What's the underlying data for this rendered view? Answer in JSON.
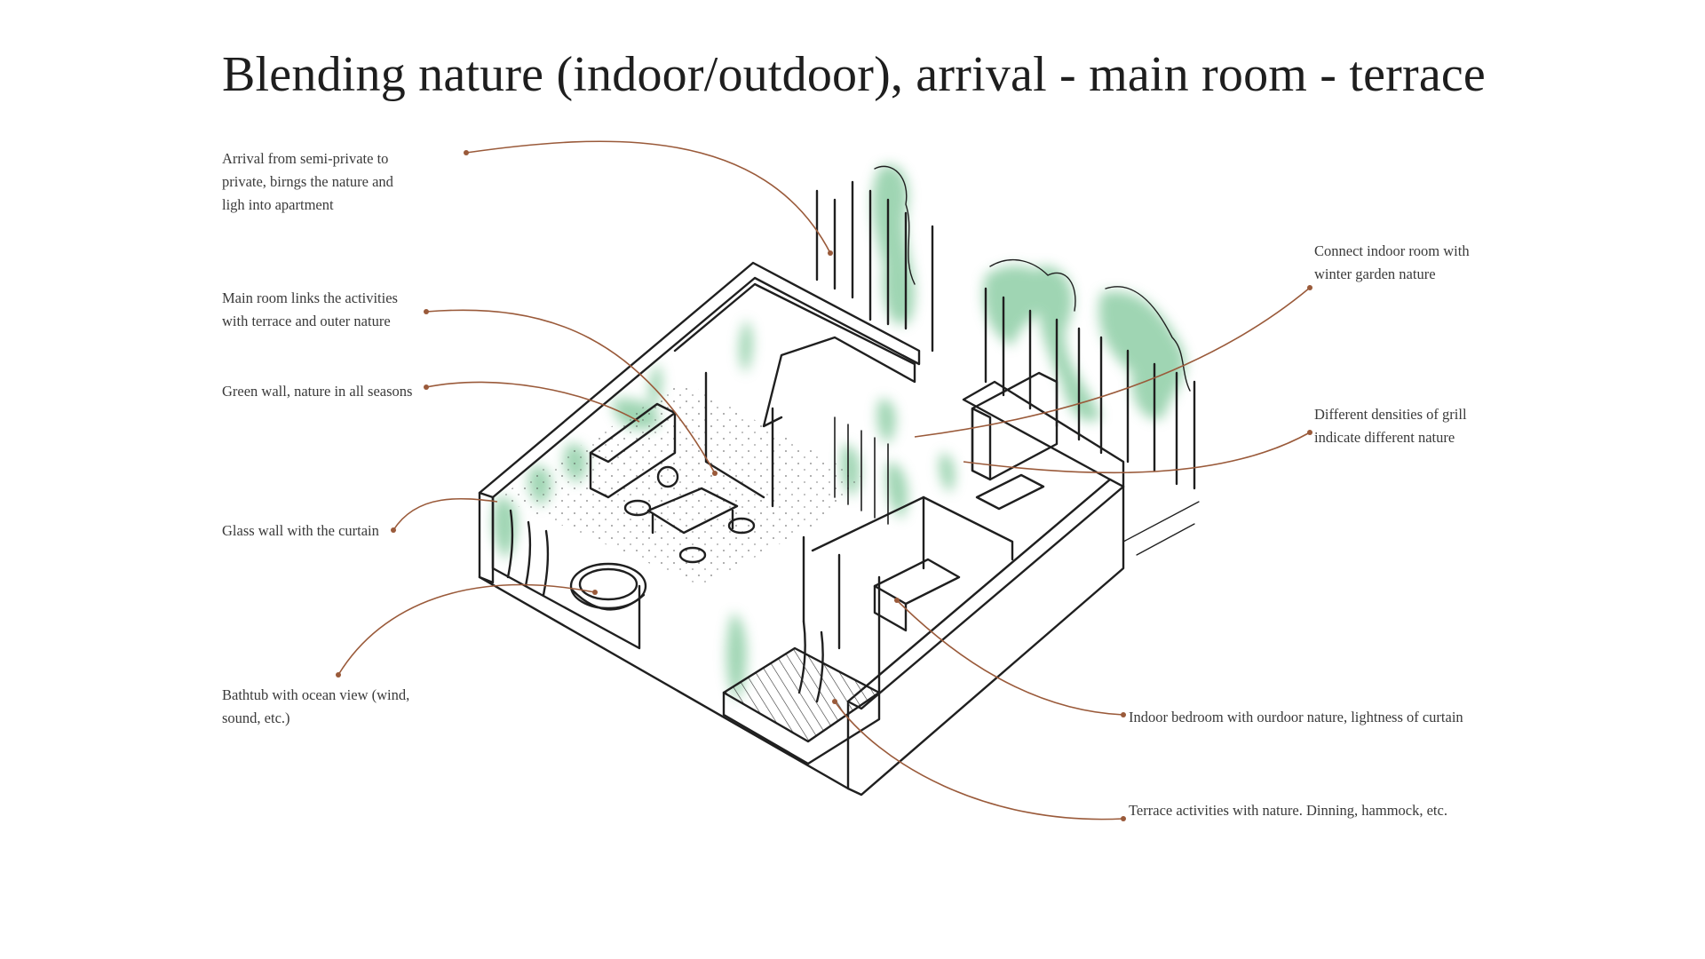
{
  "title": "Blending nature (indoor/outdoor), arrival - main room - terrace",
  "colors": {
    "leader": "#9a5a3a",
    "ink": "#1f1f1f",
    "greenery": "#7fc79a"
  },
  "annotations": {
    "arrival": [
      "Arrival from semi-private to",
      "private, birngs the nature and",
      "ligh into apartment"
    ],
    "main_room": [
      "Main room links the activities",
      "with terrace and outer nature"
    ],
    "green_wall": [
      "Green wall, nature in all seasons"
    ],
    "glass_wall": [
      "Glass wall with the curtain"
    ],
    "bathtub": [
      "Bathtub with ocean view (wind,",
      "sound, etc.)"
    ],
    "winter_garden": [
      "Connect indoor room with",
      "winter garden nature"
    ],
    "grill": [
      "Different densities of grill",
      "indicate different nature"
    ],
    "bedroom": [
      "Indoor bedroom with ourdoor nature, lightness of curtain"
    ],
    "terrace": [
      "Terrace activities with nature. Dinning, hammock, etc."
    ]
  }
}
